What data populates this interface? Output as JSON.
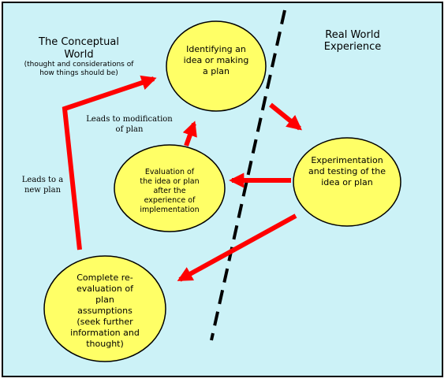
{
  "colors": {
    "background": "#CCF2F7",
    "border": "#000000",
    "node_fill": "#FFFF66",
    "arrow": "#FF0000",
    "divider": "#000000"
  },
  "regions": {
    "conceptual_title": [
      "The Conceptual",
      "World"
    ],
    "conceptual_subtitle": [
      "(thought and considerations of",
      "how things should be)"
    ],
    "real_title": [
      "Real World",
      "Experience"
    ]
  },
  "nodes": {
    "identify": [
      "Identifying an",
      "idea or making",
      "a plan"
    ],
    "experiment": [
      "Experimentation",
      "and testing of the",
      "idea or plan"
    ],
    "evaluation": [
      "Evaluation of",
      "the idea or plan",
      "after the",
      "experience of",
      "implementation"
    ],
    "reevaluation": [
      "Complete re-",
      "evaluation of",
      "plan",
      "assumptions",
      "(seek further",
      "information and",
      "thought)"
    ]
  },
  "edge_labels": {
    "modification": [
      "Leads to modification",
      "of plan"
    ],
    "new_plan": [
      "Leads to a",
      "new plan"
    ]
  }
}
